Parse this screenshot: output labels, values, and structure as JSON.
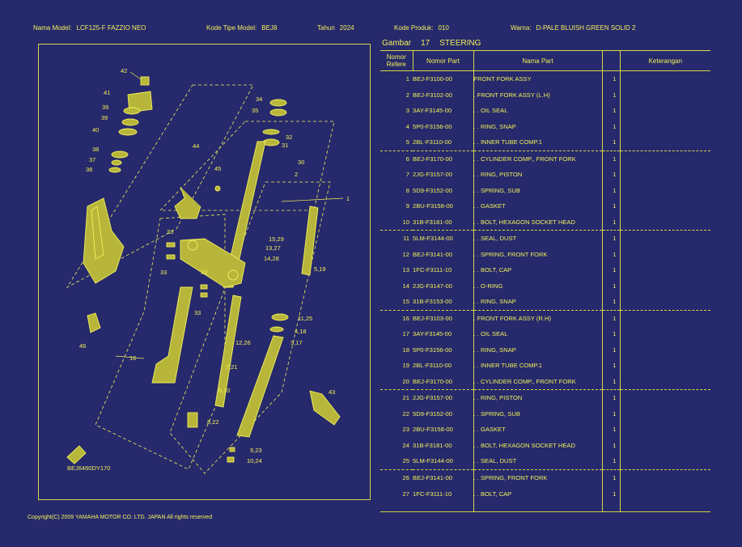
{
  "header": {
    "model_name_label": "Nama Model:",
    "model_name_value": "LCF125-F FAZZIO NEO",
    "model_type_label": "Kode Tipe Model:",
    "model_type_value": "BEJ8",
    "year_label": "Tahun",
    "year_value": "2024",
    "product_code_label": "Kode Produk:",
    "product_code_value": "010",
    "color_label": "Warna:",
    "color_value": "D-PALE BLUISH GREEN SOLID 2"
  },
  "section": {
    "label": "Gambar",
    "number": "17",
    "name": "STEERING"
  },
  "table": {
    "columns": [
      "Nomor Refere",
      "Nomor Part",
      "Nama Part",
      "",
      "Keterangan"
    ],
    "rows": [
      {
        "ref": "1",
        "part": "BEJ-F3100-00",
        "name": "FRONT FORK ASSY",
        "qty": "1",
        "note": ""
      },
      {
        "ref": "2",
        "part": "BEJ-F3102-00",
        "name": ". FRONT FORK ASSY (L.H)",
        "qty": "1",
        "note": ""
      },
      {
        "ref": "3",
        "part": "3AY-F3145-00",
        "name": ". . OIL SEAL",
        "qty": "1",
        "note": ""
      },
      {
        "ref": "4",
        "part": "5P0-F3156-00",
        "name": ". . RING, SNAP",
        "qty": "1",
        "note": ""
      },
      {
        "ref": "5",
        "part": "2BL-F3110-00",
        "name": ". . INNER TUBE COMP.1",
        "qty": "1",
        "note": ""
      },
      {
        "ref": "6",
        "part": "BEJ-F3170-00",
        "name": ". . CYLINDER COMP., FRONT FORK",
        "qty": "1",
        "note": ""
      },
      {
        "ref": "7",
        "part": "2JG-F3157-00",
        "name": ". . RING, PISTON",
        "qty": "1",
        "note": ""
      },
      {
        "ref": "8",
        "part": "5D9-F3152-00",
        "name": ". . SPRING, SUB",
        "qty": "1",
        "note": ""
      },
      {
        "ref": "9",
        "part": "2BU-F3158-00",
        "name": ". . GASKET",
        "qty": "1",
        "note": ""
      },
      {
        "ref": "10",
        "part": "31B-F3181-00",
        "name": ". . BOLT, HEXAGON SOCKET HEAD",
        "qty": "1",
        "note": ""
      },
      {
        "ref": "11",
        "part": "5LM-F3144-00",
        "name": ". . SEAL, DUST",
        "qty": "1",
        "note": ""
      },
      {
        "ref": "12",
        "part": "BEJ-F3141-00",
        "name": ". . SPRING, FRONT FORK",
        "qty": "1",
        "note": ""
      },
      {
        "ref": "13",
        "part": "1FC-F3111-10",
        "name": ". . BOLT, CAP",
        "qty": "1",
        "note": ""
      },
      {
        "ref": "14",
        "part": "2JG-F3147-00",
        "name": ". . O-RING",
        "qty": "1",
        "note": ""
      },
      {
        "ref": "15",
        "part": "31B-F3153-00",
        "name": ". . RING, SNAP",
        "qty": "1",
        "note": ""
      },
      {
        "ref": "16",
        "part": "BEJ-F3103-00",
        "name": ". FRONT FORK ASSY (R.H)",
        "qty": "1",
        "note": ""
      },
      {
        "ref": "17",
        "part": "3AY-F3145-00",
        "name": ". . OIL SEAL",
        "qty": "1",
        "note": ""
      },
      {
        "ref": "18",
        "part": "5P0-F3156-00",
        "name": ". . RING, SNAP",
        "qty": "1",
        "note": ""
      },
      {
        "ref": "19",
        "part": "2BL-F3110-00",
        "name": ". . INNER TUBE COMP.1",
        "qty": "1",
        "note": ""
      },
      {
        "ref": "20",
        "part": "BEJ-F3170-00",
        "name": ". . CYLINDER COMP., FRONT FORK",
        "qty": "1",
        "note": ""
      },
      {
        "ref": "21",
        "part": "2JG-F3157-00",
        "name": ". . RING, PISTON",
        "qty": "1",
        "note": ""
      },
      {
        "ref": "22",
        "part": "5D9-F3152-00",
        "name": ". . SPRING, SUB",
        "qty": "1",
        "note": ""
      },
      {
        "ref": "23",
        "part": "2BU-F3158-00",
        "name": ". . GASKET",
        "qty": "1",
        "note": ""
      },
      {
        "ref": "24",
        "part": "31B-F3181-00",
        "name": ". . BOLT, HEXAGON SOCKET HEAD",
        "qty": "1",
        "note": ""
      },
      {
        "ref": "25",
        "part": "5LM-F3144-00",
        "name": ". . SEAL, DUST",
        "qty": "1",
        "note": ""
      },
      {
        "ref": "26",
        "part": "BEJ-F3141-00",
        "name": ". . SPRING, FRONT FORK",
        "qty": "1",
        "note": ""
      },
      {
        "ref": "27",
        "part": "1FC-F3111-10",
        "name": ". . BOLT, CAP",
        "qty": "1",
        "note": ""
      }
    ]
  },
  "diagram": {
    "code": "BEJ6460DY170",
    "callouts": [
      "42",
      "41",
      "39",
      "39",
      "40",
      "38",
      "37",
      "38",
      "44",
      "45",
      "34",
      "35",
      "32",
      "31",
      "30",
      "2",
      "1",
      "15,29",
      "13,27",
      "14,28",
      "33",
      "33",
      "33",
      "33",
      "5,19",
      "46",
      "16",
      "11,25",
      "4,18",
      "3,17",
      "12,26",
      "7,21",
      "6,20",
      "8,22",
      "43",
      "9,23",
      "10,24"
    ]
  },
  "footer": {
    "copyright": "Copyright(C) 2009 YAMAHA MOTOR CO. LTD. JAPAN All rights reserved"
  },
  "colors": {
    "background": "#26296b",
    "ink": "#f2f05a"
  }
}
